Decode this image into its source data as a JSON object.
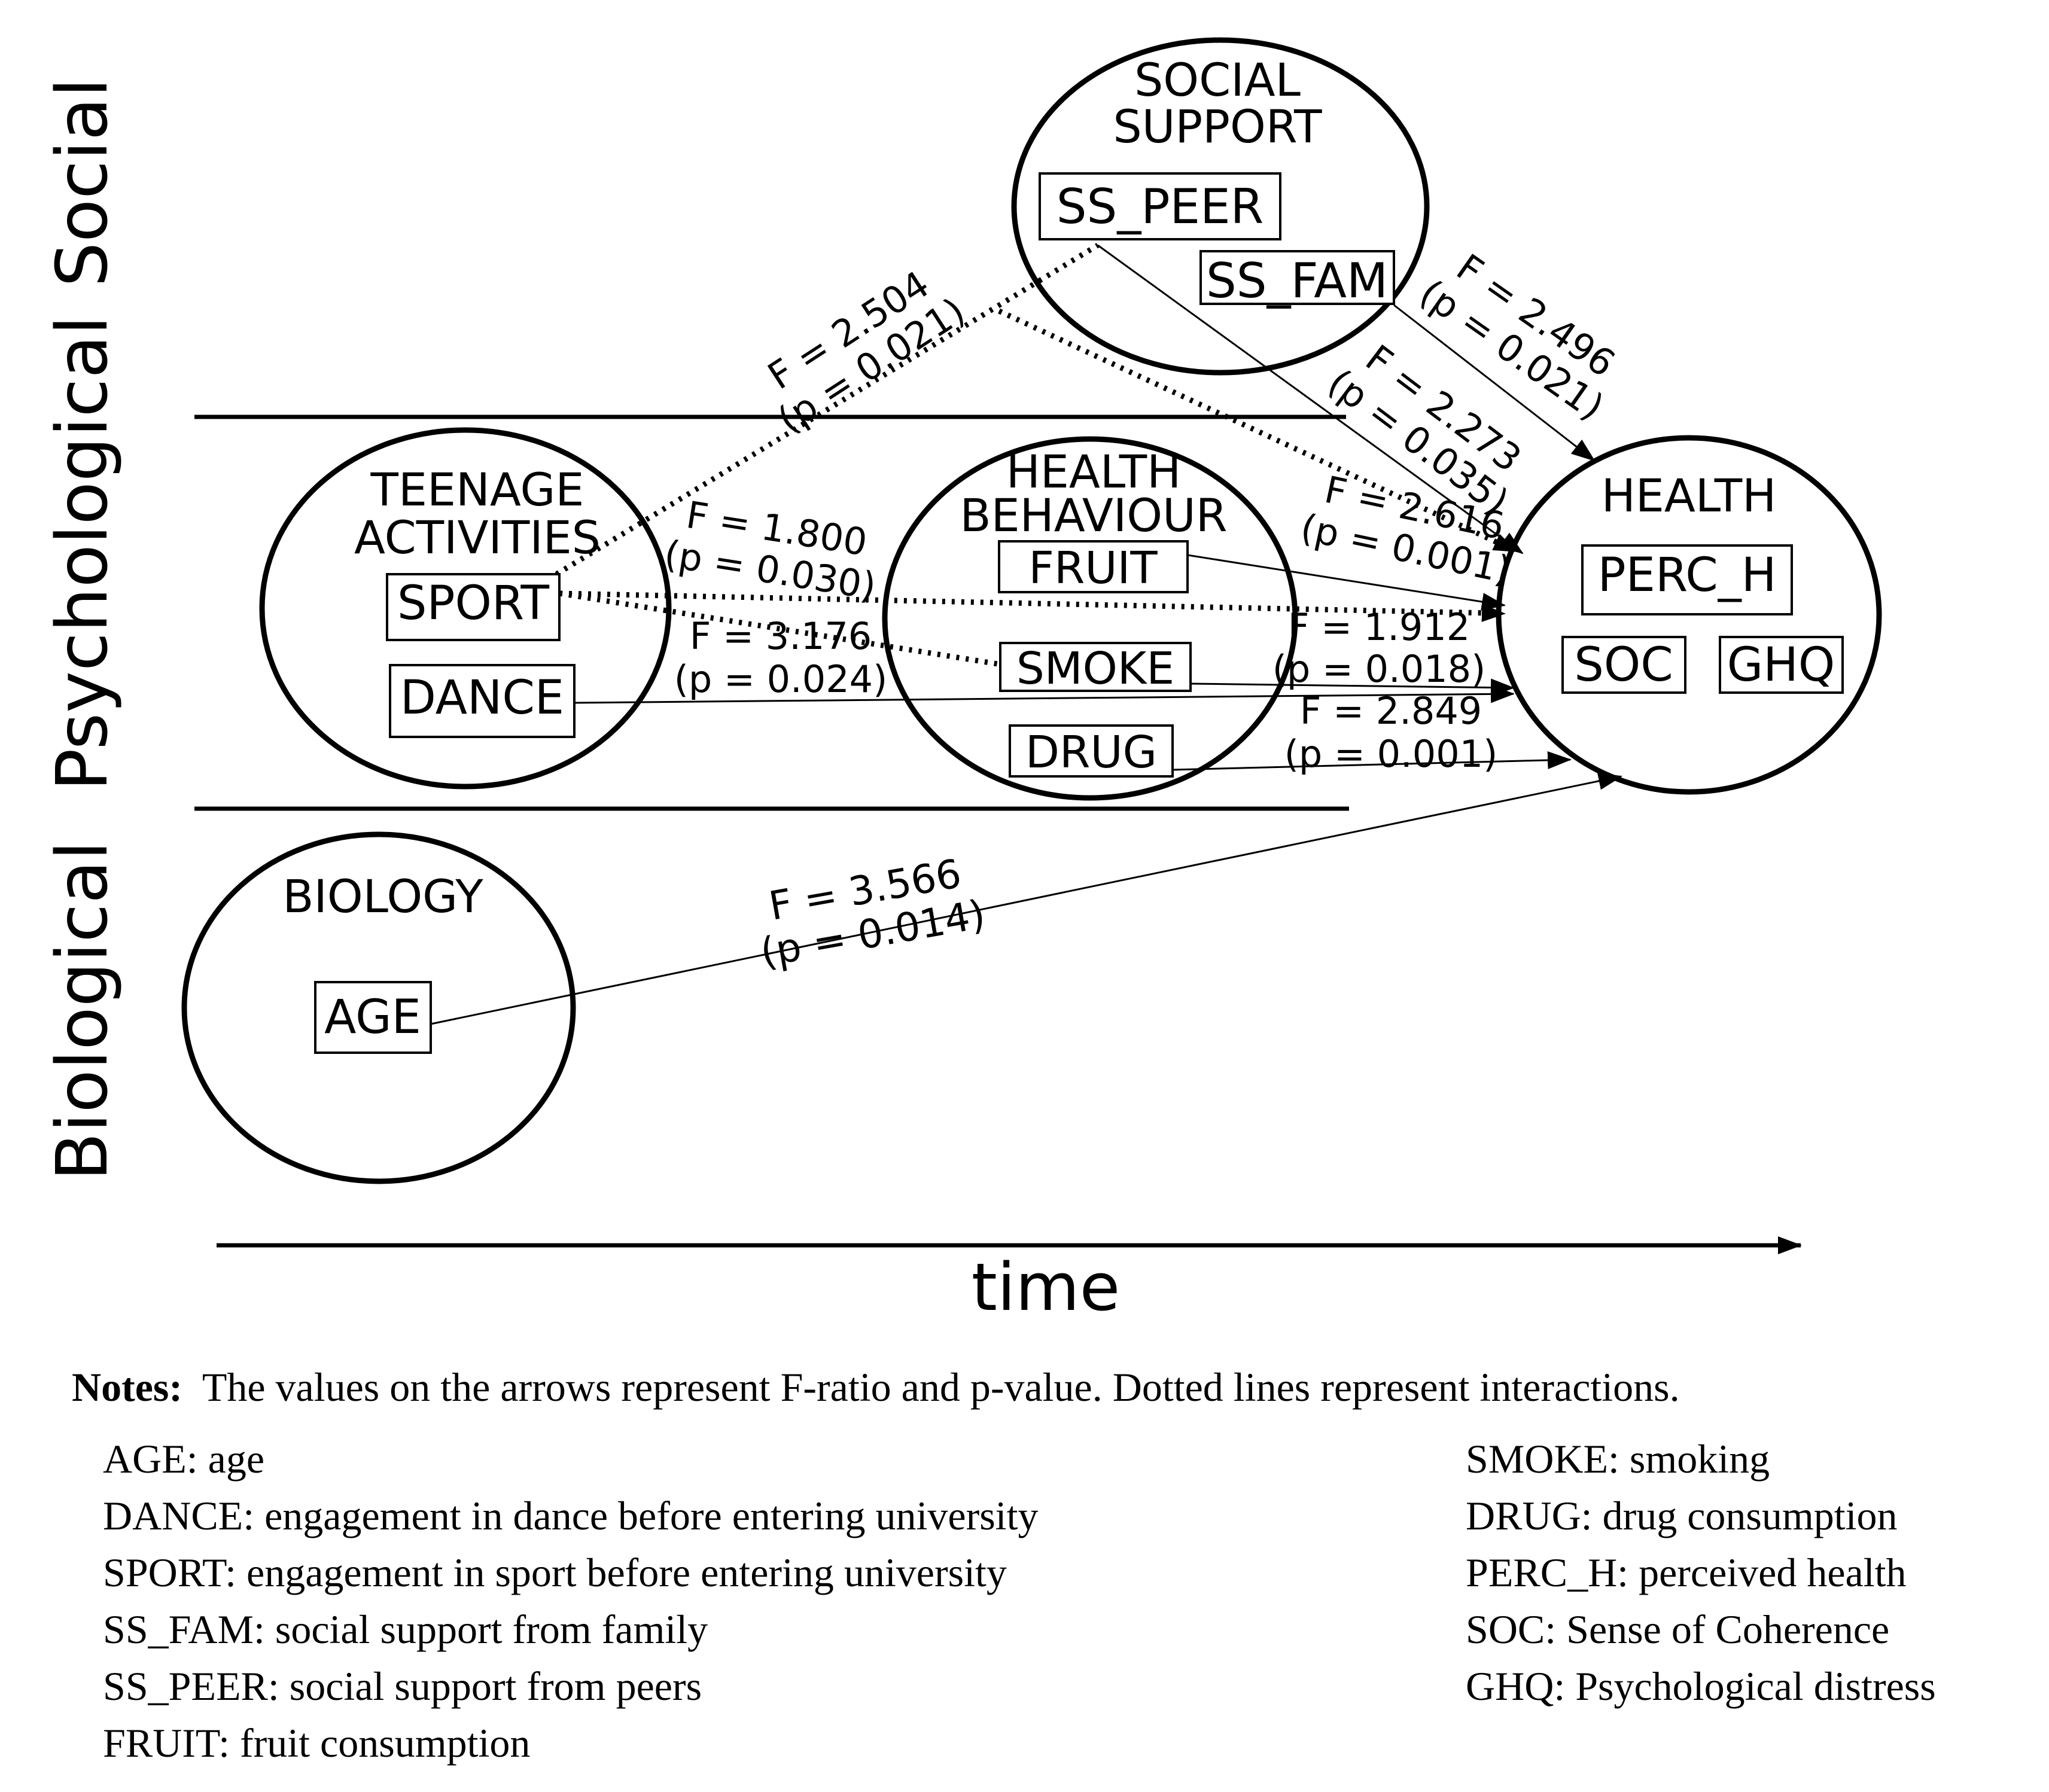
{
  "bands": {
    "social": "Social",
    "psychological": "Psychological",
    "biological": "Biological"
  },
  "time_label": "time",
  "groups": {
    "social_support": {
      "title_line1": "SOCIAL",
      "title_line2": "SUPPORT",
      "items": [
        "SS_PEER",
        "SS_FAM"
      ]
    },
    "teenage_activities": {
      "title_line1": "TEENAGE",
      "title_line2": "ACTIVITIES",
      "items": [
        "SPORT",
        "DANCE"
      ]
    },
    "health_behaviour": {
      "title_line1": "HEALTH",
      "title_line2": "BEHAVIOUR",
      "items": [
        "FRUIT",
        "SMOKE",
        "DRUG"
      ]
    },
    "health": {
      "title": "HEALTH",
      "items": [
        "PERC_H",
        "SOC",
        "GHQ"
      ]
    },
    "biology": {
      "title": "BIOLOGY",
      "items": [
        "AGE"
      ]
    }
  },
  "edges": [
    {
      "from": "SPORT",
      "to": "SS_PEER",
      "style": "dotted",
      "f": "F = 2.504",
      "p": "(p = 0.021)"
    },
    {
      "from": "SS_FAM",
      "to": "HEALTH",
      "style": "solid",
      "f": "F = 2.496",
      "p": "(p = 0.021)"
    },
    {
      "from": "SS_PEER",
      "to": "HEALTH",
      "style": "solid",
      "f": "F = 2.273",
      "p": "(p = 0.035)"
    },
    {
      "from": "SS_PEER",
      "to": "HEALTH",
      "style": "dotted",
      "f": "F = 2.616",
      "p": "(p = 0.001)"
    },
    {
      "from": "SPORT",
      "to": "HEALTH",
      "style": "dotted",
      "f": "F = 1.800",
      "p": "(p = 0.030)"
    },
    {
      "from": "SPORT",
      "to": "SMOKE",
      "style": "dotted",
      "f": "",
      "p": ""
    },
    {
      "from": "FRUIT",
      "to": "HEALTH",
      "style": "solid",
      "f": "",
      "p": ""
    },
    {
      "from": "DANCE",
      "to": "HEALTH",
      "style": "solid",
      "f": "F = 3.176",
      "p": "(p = 0.024)"
    },
    {
      "from": "SMOKE",
      "to": "HEALTH",
      "style": "solid",
      "f": "F = 1.912",
      "p": "(p = 0.018)"
    },
    {
      "from": "DRUG",
      "to": "HEALTH",
      "style": "solid",
      "f": "F = 2.849",
      "p": "(p = 0.001)"
    },
    {
      "from": "AGE",
      "to": "HEALTH",
      "style": "solid",
      "f": "F = 3.566",
      "p": "(p = 0.014)"
    }
  ],
  "notes": {
    "label": "Notes:",
    "text": "The values on the arrows represent F-ratio and p-value. Dotted lines represent interactions.",
    "legend_left": [
      "AGE: age",
      "DANCE: engagement in dance before entering university",
      "SPORT: engagement in sport before entering university",
      "SS_FAM: social support from family",
      "SS_PEER: social support from peers",
      "FRUIT: fruit consumption"
    ],
    "legend_right": [
      "SMOKE: smoking",
      "DRUG: drug consumption",
      "PERC_H: perceived health",
      "SOC: Sense of Coherence",
      "GHQ: Psychological distress"
    ]
  }
}
